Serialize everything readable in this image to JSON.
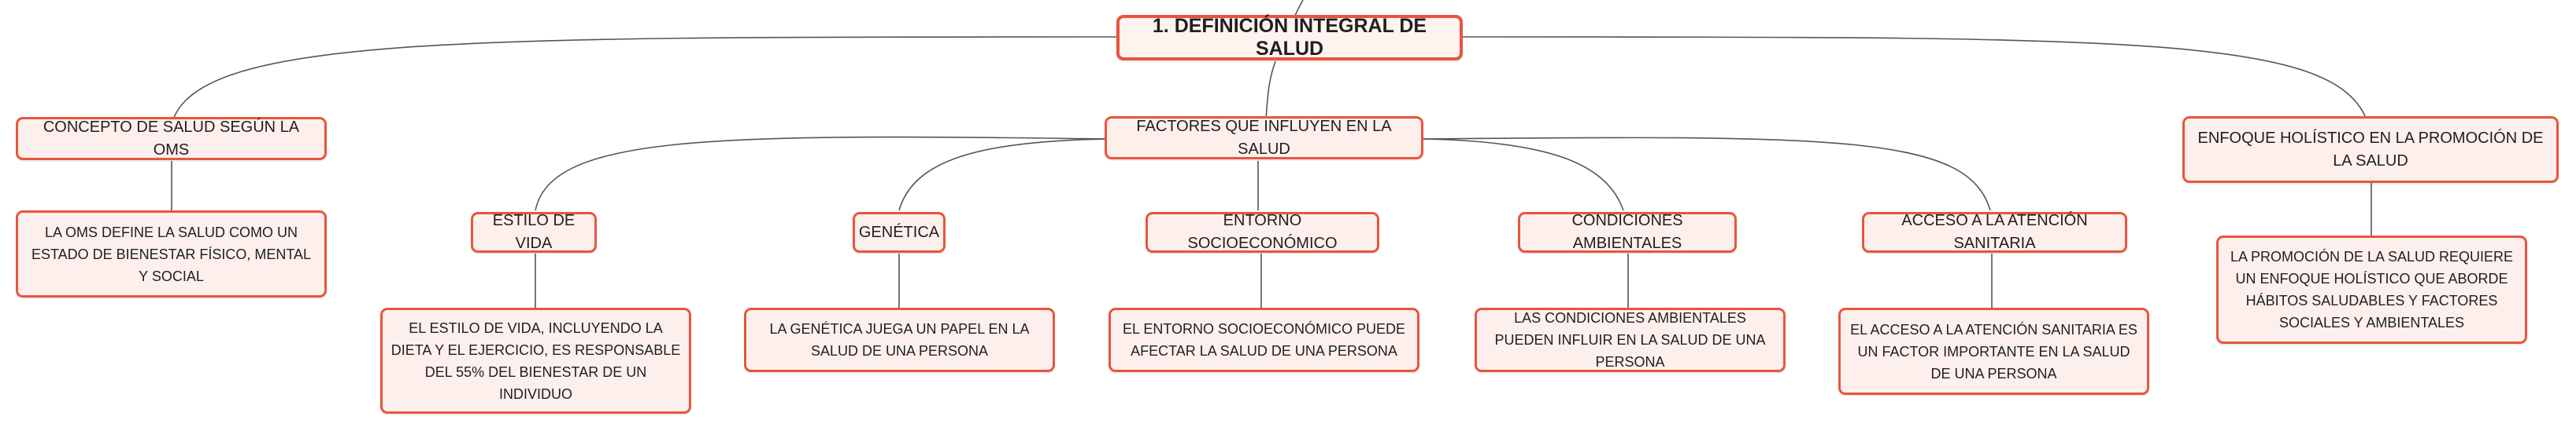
{
  "root": {
    "label": "1. DEFINICIÓN INTEGRAL DE SALUD"
  },
  "branches": [
    {
      "label": "CONCEPTO DE SALUD SEGÚN LA OMS",
      "detail": "LA OMS DEFINE LA SALUD COMO UN ESTADO DE BIENESTAR FÍSICO, MENTAL Y SOCIAL"
    },
    {
      "label": "FACTORES QUE INFLUYEN EN LA SALUD",
      "children": [
        {
          "label": "ESTILO DE VIDA",
          "detail": "EL ESTILO DE VIDA, INCLUYENDO LA DIETA Y EL EJERCICIO, ES RESPONSABLE DEL 55% DEL BIENESTAR DE UN INDIVIDUO"
        },
        {
          "label": "GENÉTICA",
          "detail": "LA GENÉTICA JUEGA UN PAPEL EN LA SALUD DE UNA PERSONA"
        },
        {
          "label": "ENTORNO SOCIOECONÓMICO",
          "detail": "EL ENTORNO SOCIOECONÓMICO PUEDE AFECTAR LA SALUD DE UNA PERSONA"
        },
        {
          "label": "CONDICIONES AMBIENTALES",
          "detail": "LAS CONDICIONES AMBIENTALES PUEDEN INFLUIR EN LA SALUD DE UNA PERSONA"
        },
        {
          "label": "ACCESO A LA ATENCIÓN SANITARIA",
          "detail": "EL ACCESO A LA ATENCIÓN SANITARIA ES UN FACTOR IMPORTANTE EN LA SALUD DE UNA PERSONA"
        }
      ]
    },
    {
      "label": "ENFOQUE HOLÍSTICO EN LA PROMOCIÓN DE LA SALUD",
      "detail": "LA PROMOCIÓN DE LA SALUD REQUIERE UN ENFOQUE HOLÍSTICO QUE ABORDE HÁBITOS SALUDABLES Y FACTORES SOCIALES Y AMBIENTALES"
    }
  ],
  "colors": {
    "border": "#e8553e",
    "fill": "#fdf0ec",
    "line": "#555555"
  }
}
